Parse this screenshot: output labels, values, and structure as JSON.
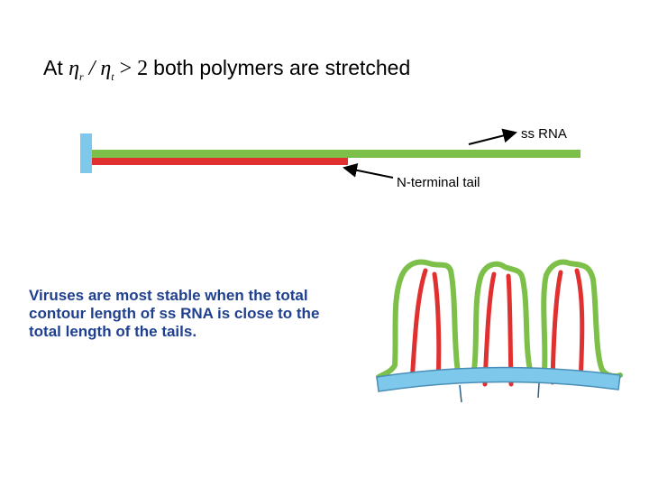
{
  "title": {
    "prefix": "At",
    "eta_r": "η",
    "eta_r_sub": "r",
    "slash": "/",
    "eta_t": "η",
    "eta_t_sub": "t",
    "comparison": "> 2",
    "suffix": "both polymers are stretched"
  },
  "labels": {
    "ss_rna": "ss RNA",
    "n_terminal_tail": "N-terminal tail"
  },
  "caption": "Viruses are most stable when the total contour length of ss RNA is close to the total length of the tails.",
  "colors": {
    "rna": "#7cc04a",
    "tail": "#e03030",
    "capsid": "#7ec8ec",
    "caption_text": "#1f3f8f"
  }
}
